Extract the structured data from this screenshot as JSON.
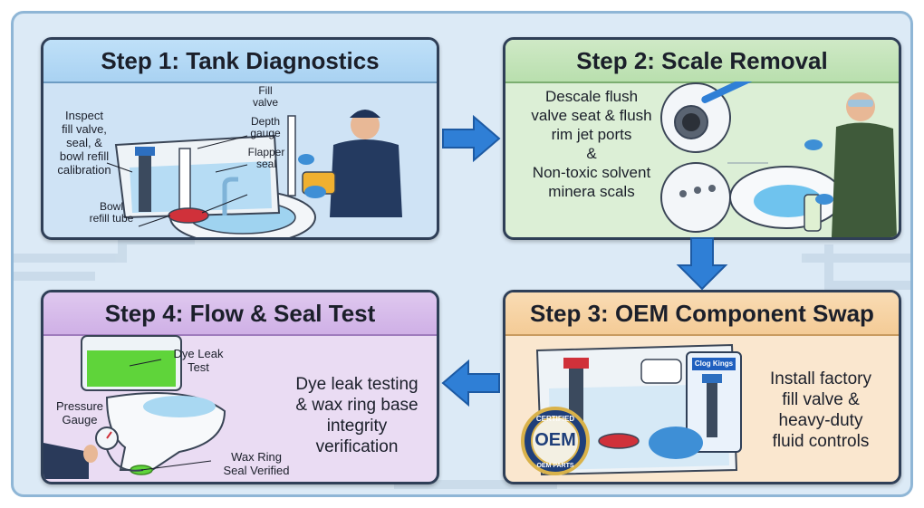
{
  "steps": [
    {
      "title": "Step 1: Tank Diagnostics",
      "labels": {
        "inspect": [
          "Inspect",
          "fill valve,",
          "seal, &",
          "bowl refill",
          "calibration"
        ],
        "fill_valve": [
          "Fill",
          "valve"
        ],
        "depth_gauge": [
          "Depth",
          "gauge"
        ],
        "flapper_seal": [
          "Flapper",
          "seal"
        ],
        "bowl_refill_tube": [
          "Bowl",
          "refill tube"
        ]
      },
      "colors": {
        "accent": "#a9d2f2"
      }
    },
    {
      "title": "Step 2: Scale Removal",
      "lines": [
        "Descale flush",
        "valve seat & flush",
        "rim jet ports",
        "&",
        "Non-toxic solvent",
        "minera scals"
      ],
      "colors": {
        "accent": "#b9dfae"
      }
    },
    {
      "title": "Step 3: OEM Component Swap",
      "lines": [
        "Install factory",
        "fill valve &",
        "heavy-duty",
        "fluid controls"
      ],
      "badge": {
        "top": "CERTIFIED",
        "main": "OEM",
        "bottom": "OEM PARTS"
      },
      "package_label": "Clog Kings",
      "colors": {
        "accent": "#f4cb96"
      }
    },
    {
      "title": "Step 4: Flow & Seal Test",
      "lines": [
        "Dye leak testing",
        "& wax ring base",
        "integrity",
        "verification"
      ],
      "labels": {
        "dye_leak": [
          "Dye Leak",
          "Test"
        ],
        "pressure_gauge": [
          "Pressure",
          "Gauge"
        ],
        "wax_ring": [
          "Wax Ring",
          "Seal Verified"
        ]
      },
      "colors": {
        "accent": "#cfb0e6"
      }
    }
  ],
  "colors": {
    "arrow": "#2f7fd6",
    "frame": "#8fb6d6",
    "background": "#dceaf6",
    "dye": "#5fd43a"
  }
}
